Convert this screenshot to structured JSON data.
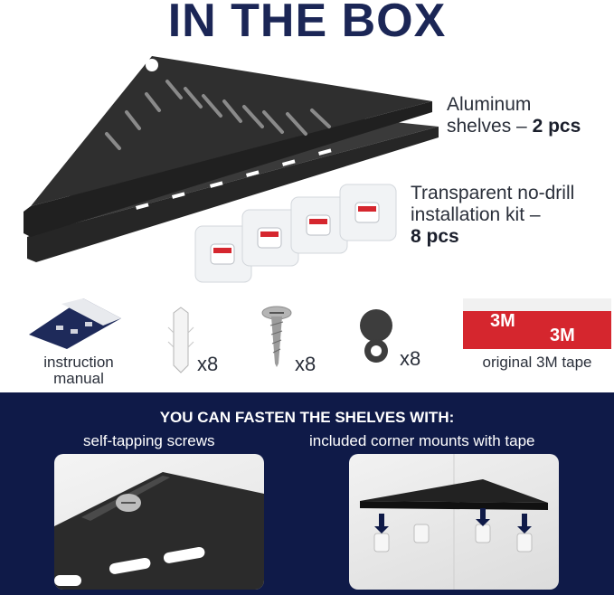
{
  "title": "IN THE BOX",
  "shelves": {
    "line1": "Aluminum",
    "line2_prefix": "shelves – ",
    "line2_bold": "2 pcs"
  },
  "kit": {
    "line1": "Transparent no-drill",
    "line2": "installation kit –",
    "line3_bold": "8 pcs"
  },
  "accessories": {
    "manual_line1": "instruction",
    "manual_line2": "manual",
    "anchor_qty": "x8",
    "screw_qty": "x8",
    "cap_qty": "x8",
    "tape_label": "original 3M tape",
    "tape_brand": "3M"
  },
  "fasten": {
    "heading": "YOU CAN FASTEN THE SHELVES WITH:",
    "option1": "self-tapping screws",
    "option2": "included corner mounts with tape"
  },
  "colors": {
    "navy_panel": "#0f1a48",
    "title_navy": "#1b2656",
    "shelf_black": "#2b2b2b",
    "tape_red": "#d5262e"
  }
}
